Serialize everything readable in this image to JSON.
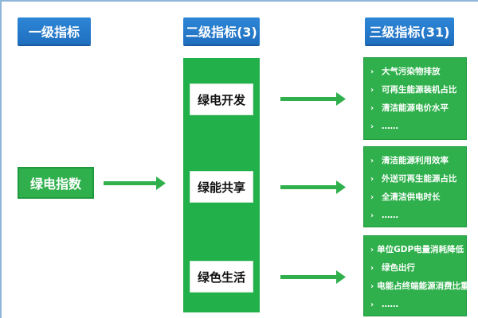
{
  "headers": {
    "level1": "一级指标",
    "level2": "二级指标(3)",
    "level3": "三级指标(31)"
  },
  "root": {
    "label": "绿电指数"
  },
  "level2": [
    {
      "label": "绿电开发"
    },
    {
      "label": "绿能共享"
    },
    {
      "label": "绿色生活"
    }
  ],
  "level3": [
    {
      "items": [
        "大气污染物排放",
        "可再生能源装机占比",
        "清洁能源电价水平",
        "……"
      ]
    },
    {
      "items": [
        "清洁能源利用效率",
        "外送可再生能源占比",
        "全清洁供电时长",
        "……"
      ]
    },
    {
      "items": [
        "单位GDP电量消耗降低",
        "绿色出行",
        "电能占终端能源消费比重",
        "……"
      ]
    }
  ],
  "bullet_glyph": "›",
  "colors": {
    "header_blue": "#1f6fbf",
    "green": "#2fb04c",
    "arrow_green": "#2fb04c"
  },
  "icons": {
    "arrow": "right-arrow-icon"
  }
}
